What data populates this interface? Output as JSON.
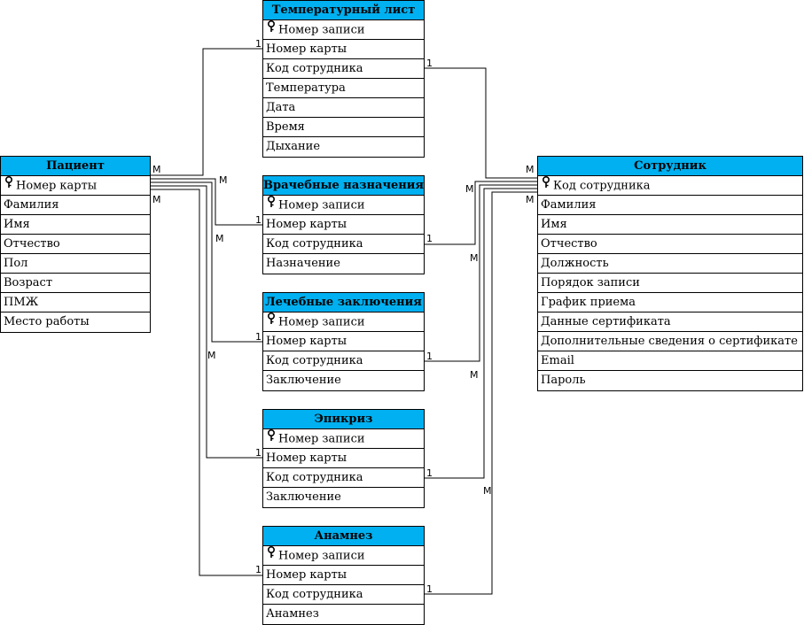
{
  "entities": {
    "temp": {
      "title": "Температурный лист",
      "fields": [
        "Номер записи",
        "Номер карты",
        "Код сотрудника",
        "Температура",
        "Дата",
        "Время",
        "Дыхание"
      ],
      "key_index": 0
    },
    "patient": {
      "title": "Пациент",
      "fields": [
        "Номер карты",
        "Фамилия",
        "Имя",
        "Отчество",
        "Пол",
        "Возраст",
        "ПМЖ",
        "Место работы"
      ],
      "key_index": 0
    },
    "vrach": {
      "title": "Врачебные назначения",
      "fields": [
        "Номер записи",
        "Номер карты",
        "Код сотрудника",
        "Назначение"
      ],
      "key_index": 0
    },
    "lech": {
      "title": "Лечебные заключения",
      "fields": [
        "Номер записи",
        "Номер карты",
        "Код сотрудника",
        "Заключение"
      ],
      "key_index": 0
    },
    "epik": {
      "title": "Эпикриз",
      "fields": [
        "Номер записи",
        "Номер карты",
        "Код сотрудника",
        "Заключение"
      ],
      "key_index": 0
    },
    "anam": {
      "title": "Анамнез",
      "fields": [
        "Номер записи",
        "Номер карты",
        "Код сотрудника",
        "Анамнез"
      ],
      "key_index": 0
    },
    "sotr": {
      "title": "Сотрудник",
      "fields": [
        "Код сотрудника",
        "Фамилия",
        "Имя",
        "Отчество",
        "Должность",
        "Порядок записи",
        "График приема",
        "Данные сертификата",
        "Дополнительные сведения о сертификате",
        "Email",
        "Пароль"
      ],
      "key_index": 0
    }
  },
  "relationship_labels": {
    "one": "1",
    "many": "М"
  }
}
